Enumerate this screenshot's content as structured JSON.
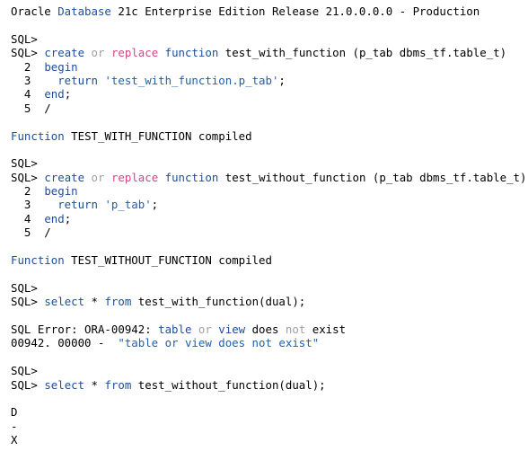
{
  "colors": {
    "text": "#000000",
    "keyword": "#1f4e9a",
    "keyword_light": "#a0a0a0",
    "keyword_orange": "#d4468c",
    "string": "#1f5fb3",
    "background": "#ffffff"
  },
  "console": {
    "lines": [
      {
        "segs": [
          {
            "t": "Oracle ",
            "c": "text"
          },
          {
            "t": "Database",
            "c": "keyword"
          },
          {
            "t": " 21c Enterprise Edition Release 21.0.0.0.0 - Production",
            "c": "text"
          }
        ]
      },
      {
        "segs": []
      },
      {
        "segs": [
          {
            "t": "SQL>",
            "c": "text"
          }
        ]
      },
      {
        "segs": [
          {
            "t": "SQL> ",
            "c": "text"
          },
          {
            "t": "create",
            "c": "keyword"
          },
          {
            "t": " ",
            "c": "text"
          },
          {
            "t": "or",
            "c": "keyword_light"
          },
          {
            "t": " ",
            "c": "text"
          },
          {
            "t": "replace",
            "c": "keyword_orange"
          },
          {
            "t": " ",
            "c": "text"
          },
          {
            "t": "function",
            "c": "keyword"
          },
          {
            "t": " test_with_function (p_tab dbms_tf.table_t)",
            "c": "text"
          }
        ]
      },
      {
        "segs": [
          {
            "t": "  2  ",
            "c": "text"
          },
          {
            "t": "begin",
            "c": "keyword"
          }
        ]
      },
      {
        "segs": [
          {
            "t": "  3    ",
            "c": "text"
          },
          {
            "t": "return",
            "c": "keyword"
          },
          {
            "t": " ",
            "c": "text"
          },
          {
            "t": "'test_with_function.p_tab'",
            "c": "string"
          },
          {
            "t": ";",
            "c": "text"
          }
        ]
      },
      {
        "segs": [
          {
            "t": "  4  ",
            "c": "text"
          },
          {
            "t": "end",
            "c": "keyword"
          },
          {
            "t": ";",
            "c": "text"
          }
        ]
      },
      {
        "segs": [
          {
            "t": "  5  /",
            "c": "text"
          }
        ]
      },
      {
        "segs": []
      },
      {
        "segs": [
          {
            "t": "Function",
            "c": "keyword"
          },
          {
            "t": " TEST_WITH_FUNCTION compiled",
            "c": "text"
          }
        ]
      },
      {
        "segs": []
      },
      {
        "segs": [
          {
            "t": "SQL>",
            "c": "text"
          }
        ]
      },
      {
        "segs": [
          {
            "t": "SQL> ",
            "c": "text"
          },
          {
            "t": "create",
            "c": "keyword"
          },
          {
            "t": " ",
            "c": "text"
          },
          {
            "t": "or",
            "c": "keyword_light"
          },
          {
            "t": " ",
            "c": "text"
          },
          {
            "t": "replace",
            "c": "keyword_orange"
          },
          {
            "t": " ",
            "c": "text"
          },
          {
            "t": "function",
            "c": "keyword"
          },
          {
            "t": " test_without_function (p_tab dbms_tf.table_t)",
            "c": "text"
          }
        ]
      },
      {
        "segs": [
          {
            "t": "  2  ",
            "c": "text"
          },
          {
            "t": "begin",
            "c": "keyword"
          }
        ]
      },
      {
        "segs": [
          {
            "t": "  3    ",
            "c": "text"
          },
          {
            "t": "return",
            "c": "keyword"
          },
          {
            "t": " ",
            "c": "text"
          },
          {
            "t": "'p_tab'",
            "c": "string"
          },
          {
            "t": ";",
            "c": "text"
          }
        ]
      },
      {
        "segs": [
          {
            "t": "  4  ",
            "c": "text"
          },
          {
            "t": "end",
            "c": "keyword"
          },
          {
            "t": ";",
            "c": "text"
          }
        ]
      },
      {
        "segs": [
          {
            "t": "  5  /",
            "c": "text"
          }
        ]
      },
      {
        "segs": []
      },
      {
        "segs": [
          {
            "t": "Function",
            "c": "keyword"
          },
          {
            "t": " TEST_WITHOUT_FUNCTION compiled",
            "c": "text"
          }
        ]
      },
      {
        "segs": []
      },
      {
        "segs": [
          {
            "t": "SQL>",
            "c": "text"
          }
        ]
      },
      {
        "segs": [
          {
            "t": "SQL> ",
            "c": "text"
          },
          {
            "t": "select",
            "c": "keyword"
          },
          {
            "t": " * ",
            "c": "text"
          },
          {
            "t": "from",
            "c": "keyword"
          },
          {
            "t": " test_with_function(dual);",
            "c": "text"
          }
        ]
      },
      {
        "segs": []
      },
      {
        "segs": [
          {
            "t": "SQL Error: ORA-00942: ",
            "c": "text"
          },
          {
            "t": "table",
            "c": "keyword"
          },
          {
            "t": " ",
            "c": "text"
          },
          {
            "t": "or",
            "c": "keyword_light"
          },
          {
            "t": " ",
            "c": "text"
          },
          {
            "t": "view",
            "c": "keyword"
          },
          {
            "t": " does ",
            "c": "text"
          },
          {
            "t": "not",
            "c": "keyword_light"
          },
          {
            "t": " exist",
            "c": "text"
          }
        ]
      },
      {
        "segs": [
          {
            "t": "00942. 00000 -  ",
            "c": "text"
          },
          {
            "t": "\"table or view does not exist\"",
            "c": "string"
          }
        ]
      },
      {
        "segs": []
      },
      {
        "segs": [
          {
            "t": "SQL>",
            "c": "text"
          }
        ]
      },
      {
        "segs": [
          {
            "t": "SQL> ",
            "c": "text"
          },
          {
            "t": "select",
            "c": "keyword"
          },
          {
            "t": " * ",
            "c": "text"
          },
          {
            "t": "from",
            "c": "keyword"
          },
          {
            "t": " test_without_function(dual);",
            "c": "text"
          }
        ]
      },
      {
        "segs": []
      },
      {
        "segs": [
          {
            "t": "D",
            "c": "text"
          }
        ]
      },
      {
        "segs": [
          {
            "t": "-",
            "c": "text"
          }
        ]
      },
      {
        "segs": [
          {
            "t": "X",
            "c": "text"
          }
        ]
      }
    ]
  }
}
